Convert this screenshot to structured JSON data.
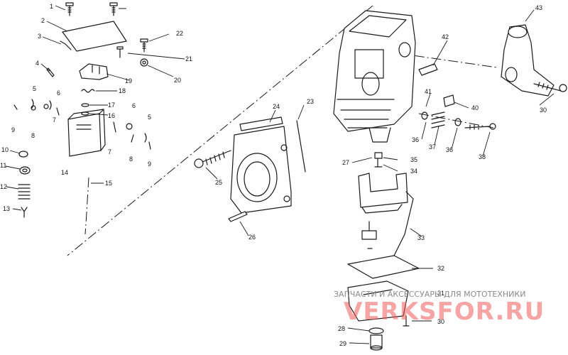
{
  "callouts": [
    {
      "id": "c1",
      "text": "1"
    },
    {
      "id": "c2",
      "text": "2"
    },
    {
      "id": "c3",
      "text": "3"
    },
    {
      "id": "c4",
      "text": "4"
    },
    {
      "id": "c5a",
      "text": "5"
    },
    {
      "id": "c6a",
      "text": "6"
    },
    {
      "id": "c7a",
      "text": "7"
    },
    {
      "id": "c8a",
      "text": "8"
    },
    {
      "id": "c9a",
      "text": "9"
    },
    {
      "id": "c10",
      "text": "10"
    },
    {
      "id": "c11",
      "text": "11"
    },
    {
      "id": "c12",
      "text": "12"
    },
    {
      "id": "c13",
      "text": "13"
    },
    {
      "id": "c14",
      "text": "14"
    },
    {
      "id": "c15",
      "text": "15"
    },
    {
      "id": "c16",
      "text": "16"
    },
    {
      "id": "c17",
      "text": "17"
    },
    {
      "id": "c18",
      "text": "18"
    },
    {
      "id": "c19",
      "text": "19"
    },
    {
      "id": "c20",
      "text": "20"
    },
    {
      "id": "c21",
      "text": "21"
    },
    {
      "id": "c22",
      "text": "22"
    },
    {
      "id": "c6b",
      "text": "6"
    },
    {
      "id": "c5b",
      "text": "5"
    },
    {
      "id": "c7b",
      "text": "7"
    },
    {
      "id": "c8b",
      "text": "8"
    },
    {
      "id": "c9b",
      "text": "9"
    },
    {
      "id": "c23",
      "text": "23"
    },
    {
      "id": "c24",
      "text": "24"
    },
    {
      "id": "c25",
      "text": "25"
    },
    {
      "id": "c26",
      "text": "26"
    },
    {
      "id": "c27",
      "text": "27"
    },
    {
      "id": "c28",
      "text": "28"
    },
    {
      "id": "c29",
      "text": "29"
    },
    {
      "id": "c30a",
      "text": "30"
    },
    {
      "id": "c30b",
      "text": "30"
    },
    {
      "id": "c31",
      "text": "31"
    },
    {
      "id": "c32",
      "text": "32"
    },
    {
      "id": "c33",
      "text": "33"
    },
    {
      "id": "c34",
      "text": "34"
    },
    {
      "id": "c35",
      "text": "35"
    },
    {
      "id": "c36a",
      "text": "36"
    },
    {
      "id": "c37",
      "text": "37"
    },
    {
      "id": "c36b",
      "text": "36"
    },
    {
      "id": "c38",
      "text": "38"
    },
    {
      "id": "c40",
      "text": "40"
    },
    {
      "id": "c41",
      "text": "41"
    },
    {
      "id": "c42",
      "text": "42"
    },
    {
      "id": "c43",
      "text": "43"
    }
  ],
  "watermark": {
    "caption": "ЗАПЧАСТИ И АКСЕССУАРЫ ДЛЯ МОТОТЕХНИКИ",
    "brand": "VERKSFOR.RU"
  }
}
